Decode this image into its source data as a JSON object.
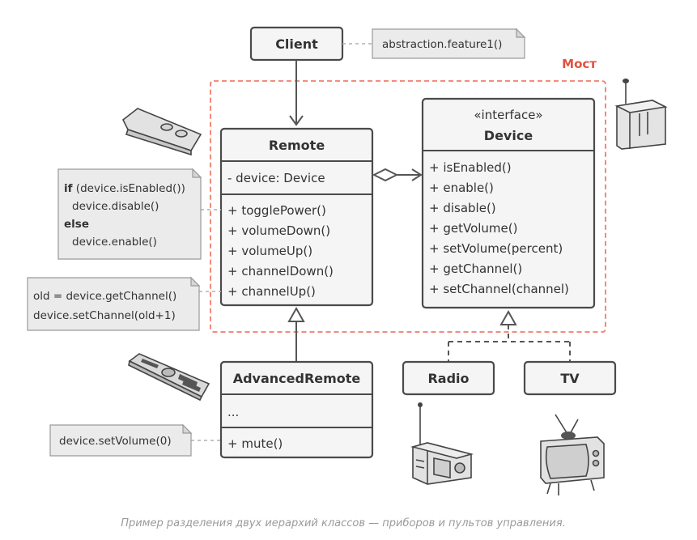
{
  "bridge_label": "Мост",
  "client": {
    "title": "Client"
  },
  "client_note": "abstraction.feature1()",
  "remote": {
    "title": "Remote",
    "fields": [
      "- device: Device"
    ],
    "methods": [
      "+ togglePower()",
      "+ volumeDown()",
      "+ volumeUp()",
      "+ channelDown()",
      "+ channelUp()"
    ]
  },
  "device": {
    "stereotype": "«interface»",
    "title": "Device",
    "methods": [
      "+ isEnabled()",
      "+ enable()",
      "+ disable()",
      "+ getVolume()",
      "+ setVolume(percent)",
      "+ getChannel()",
      "+ setChannel(channel)"
    ]
  },
  "toggle_note": {
    "kw_if": "if",
    "cond": " (device.isEnabled())",
    "line2": "device.disable()",
    "kw_else": "else",
    "line4": "device.enable()"
  },
  "channel_note": {
    "line1": "old = device.getChannel()",
    "line2": "device.setChannel(old+1)"
  },
  "advanced": {
    "title": "AdvancedRemote",
    "fields": [
      "..."
    ],
    "methods": [
      "+ mute()"
    ]
  },
  "volume_note": "device.setVolume(0)",
  "radio": {
    "title": "Radio"
  },
  "tv": {
    "title": "TV"
  },
  "caption": "Пример разделения двух иерархий классов — приборов и пультов управления.",
  "icons": [
    "remote-control-icon",
    "advanced-remote-icon",
    "router-icon",
    "radio-icon",
    "tv-icon"
  ]
}
